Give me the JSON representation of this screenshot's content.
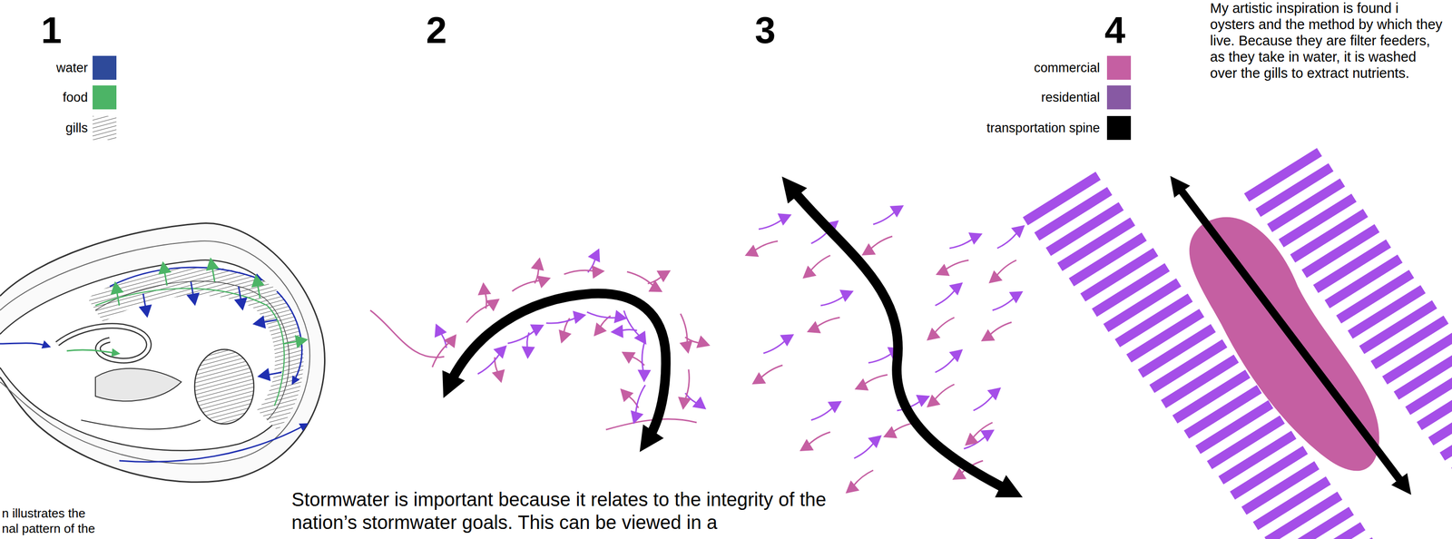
{
  "diagram": {
    "labels": [
      "1",
      "2",
      "3",
      "4",
      "My artistic inspiration is found i oysters and the method by which they live. Because they are filter feeders, as they take in water, it is washed over the gills to extract nutrients.",
      "n illustrates the",
      "nal pattern of the",
      "Stormwater is important because it relates to the integrity of the nation’s stormwater goals. This can be viewed in a"
    ],
    "legend": [
      {
        "text": "water",
        "color": "#2e4a9a"
      },
      {
        "text": "food",
        "color": "#4cb466"
      },
      {
        "text": "gills"
      },
      {
        "text": "commercial",
        "color": "#c55fa2"
      },
      {
        "text": "residential",
        "color": "#8759a3"
      },
      {
        "text": "transportation spine",
        "color": "#000000"
      }
    ]
  }
}
